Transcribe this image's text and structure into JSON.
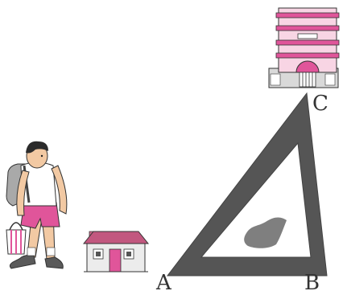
{
  "labels": {
    "a": "A",
    "b": "B",
    "c": "C"
  },
  "colors": {
    "triangle": "#555555",
    "stain": "#7f7f7f",
    "pink": "#e0559a",
    "pink_light": "#f5b6d3",
    "outline": "#333333",
    "skin": "#f2c9a3",
    "roof": "#c2577f",
    "ground": "#9a9a9a"
  },
  "icons": {
    "student": "student-walking-icon",
    "house": "small-house-icon",
    "building": "tall-building-icon"
  }
}
